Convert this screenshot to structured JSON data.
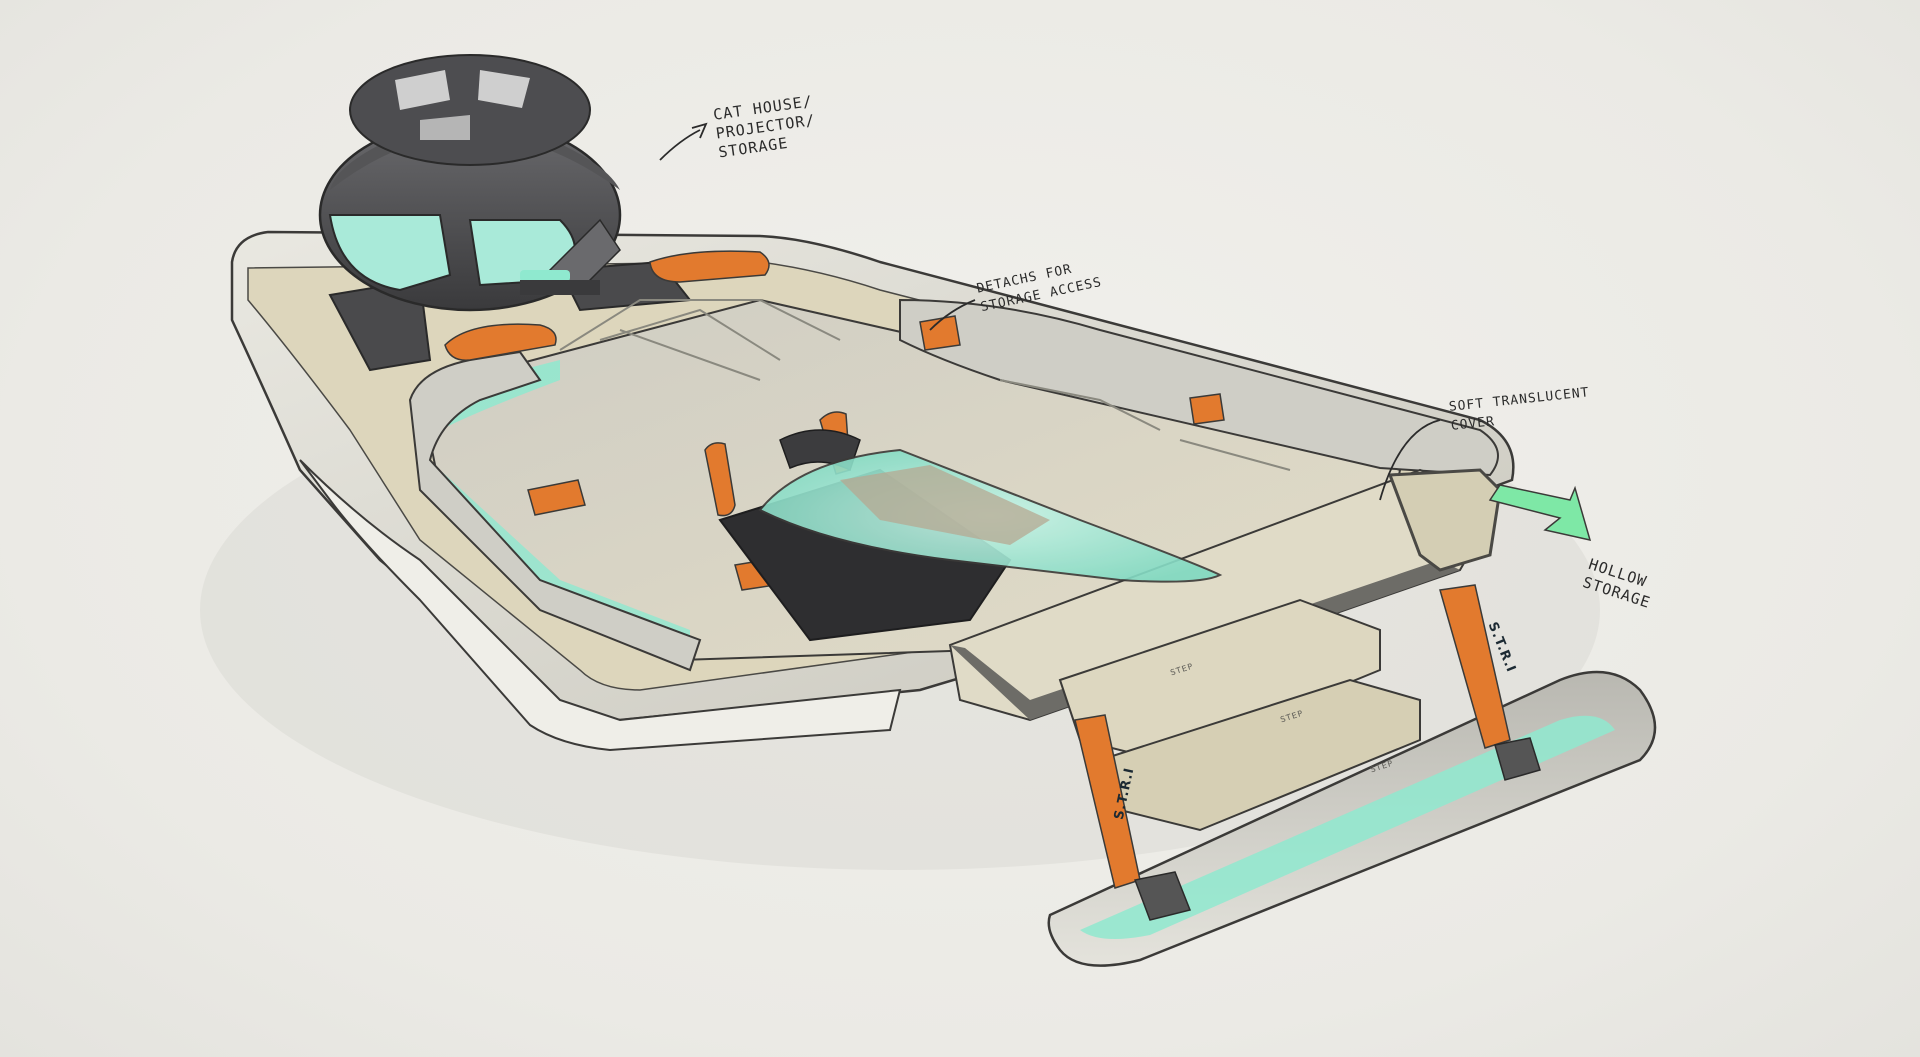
{
  "annotations": {
    "cat_house": "CAT HOUSE/\nPROJECTOR/\nSTORAGE",
    "detach": "DETACHS FOR\nSTORAGE ACCESS",
    "cover": "SOFT TRANSLUCENT\nCOVER",
    "hollow": "HOLLOW\nSTORAGE"
  },
  "strap_labels": {
    "left": "S.T.R.I",
    "right": "S.T.R.I"
  },
  "step_labels": [
    "STEP",
    "STEP",
    "STEP"
  ],
  "colors": {
    "paper": "#ebeae5",
    "shell": "#d9d7cc",
    "cream": "#d8d1b8",
    "teal_glow": "#7fe3c9",
    "orange": "#e27a2e",
    "outline": "#3b3a38",
    "arrow": "#7ee8a6",
    "pod_dark": "#4a4a4c"
  }
}
